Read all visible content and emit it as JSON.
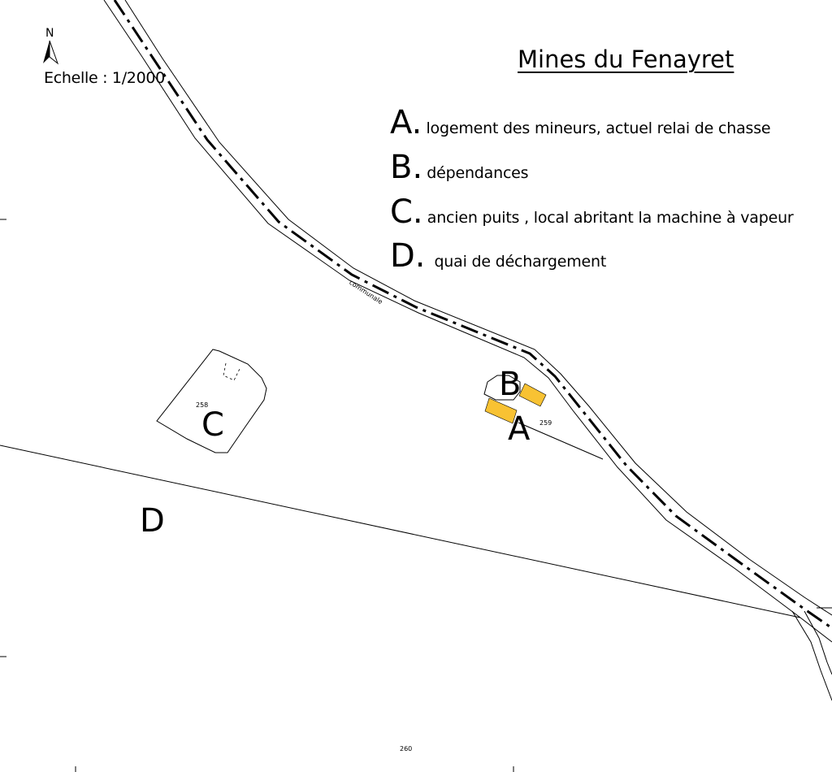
{
  "header": {
    "north": "N",
    "scale": "Echelle : 1/2000",
    "title": "Mines du Fenayret"
  },
  "legend": [
    {
      "letter": "A.",
      "text": "logement des mineurs, actuel relai de chasse"
    },
    {
      "letter": "B.",
      "text": "dépendances"
    },
    {
      "letter": "C.",
      "text": "ancien puits , local abritant la machine à vapeur"
    },
    {
      "letter": "D.",
      "text": " quai de déchargement"
    }
  ],
  "map_labels": {
    "A": "A",
    "B": "B",
    "C": "C",
    "D": "D"
  },
  "parcels": {
    "p258": "258",
    "p259": "259",
    "p260": "260"
  },
  "road_label": "communale",
  "colors": {
    "building_fill": "#f8c233",
    "line": "#000000",
    "background": "#ffffff"
  }
}
